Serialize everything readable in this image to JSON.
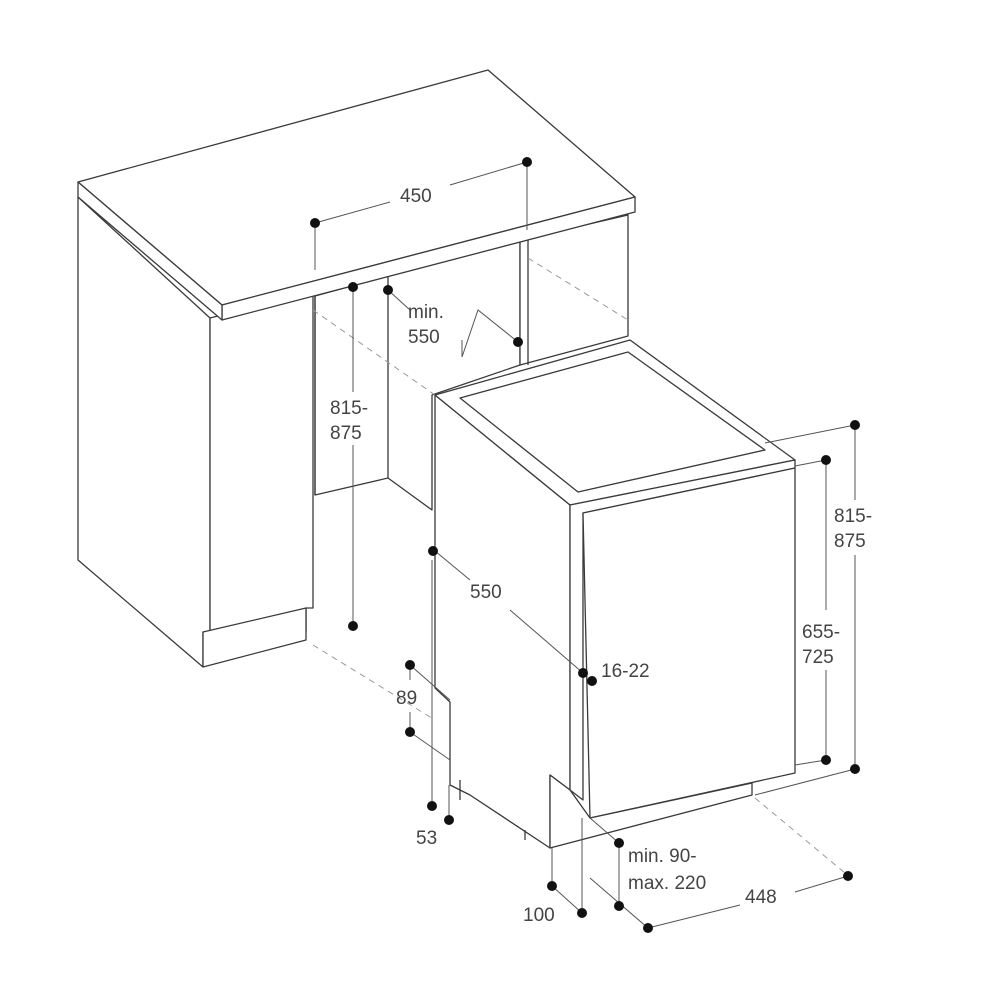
{
  "labels": {
    "width_450": "450",
    "min_550_a": "min.",
    "min_550_b": "550",
    "niche_h_a": "815-",
    "niche_h_b": "875",
    "depth_550": "550",
    "door_thk": "16-22",
    "h_right_a": "815-",
    "h_right_b": "875",
    "door_h_a": "655-",
    "door_h_b": "725",
    "plinth_89": "89",
    "foot_53": "53",
    "recess_100": "100",
    "plinth_a": "min. 90-",
    "plinth_b": "max. 220",
    "width_448": "448"
  }
}
